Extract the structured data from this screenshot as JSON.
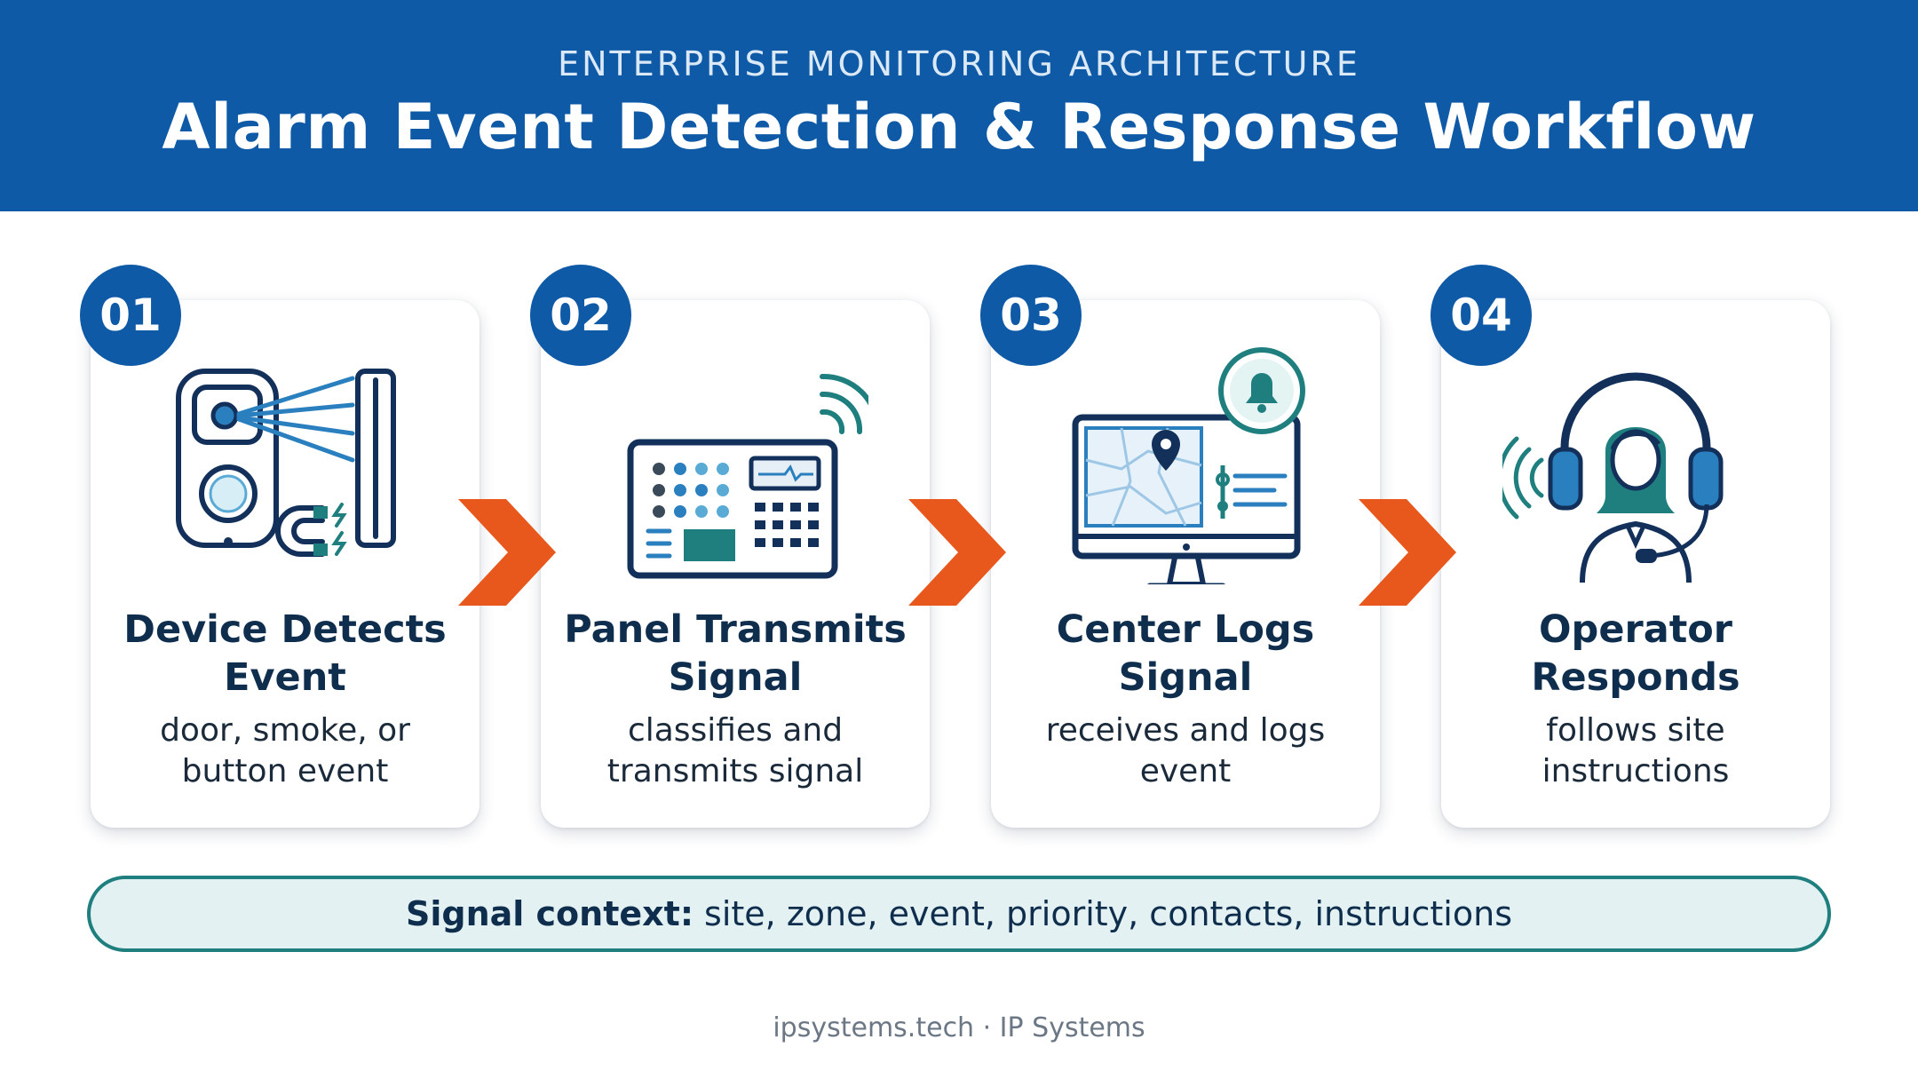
{
  "header": {
    "eyebrow": "ENTERPRISE MONITORING ARCHITECTURE",
    "title": "Alarm Event Detection & Response Workflow"
  },
  "steps": [
    {
      "number": "01",
      "title_line1": "Device Detects",
      "title_line2": "Event",
      "desc_line1": "door, smoke, or",
      "desc_line2": "button event",
      "icon": "door-sensor-icon"
    },
    {
      "number": "02",
      "title_line1": "Panel Transmits",
      "title_line2": "Signal",
      "desc_line1": "classifies and",
      "desc_line2": "transmits signal",
      "icon": "alarm-panel-icon"
    },
    {
      "number": "03",
      "title_line1": "Center Logs",
      "title_line2": "Signal",
      "desc_line1": "receives and logs",
      "desc_line2": "event",
      "icon": "monitor-map-icon"
    },
    {
      "number": "04",
      "title_line1": "Operator",
      "title_line2": "Responds",
      "desc_line1": "follows site",
      "desc_line2": "instructions",
      "icon": "headset-operator-icon"
    }
  ],
  "context": {
    "label": "Signal context:",
    "items": "site, zone, event, priority, contacts, instructions"
  },
  "footer": "ipsystems.tech · IP Systems",
  "colors": {
    "header_blue": "#0e5aa7",
    "arrow_orange": "#e8581c",
    "accent_teal": "#1f7f7f",
    "navy": "#12305a"
  }
}
